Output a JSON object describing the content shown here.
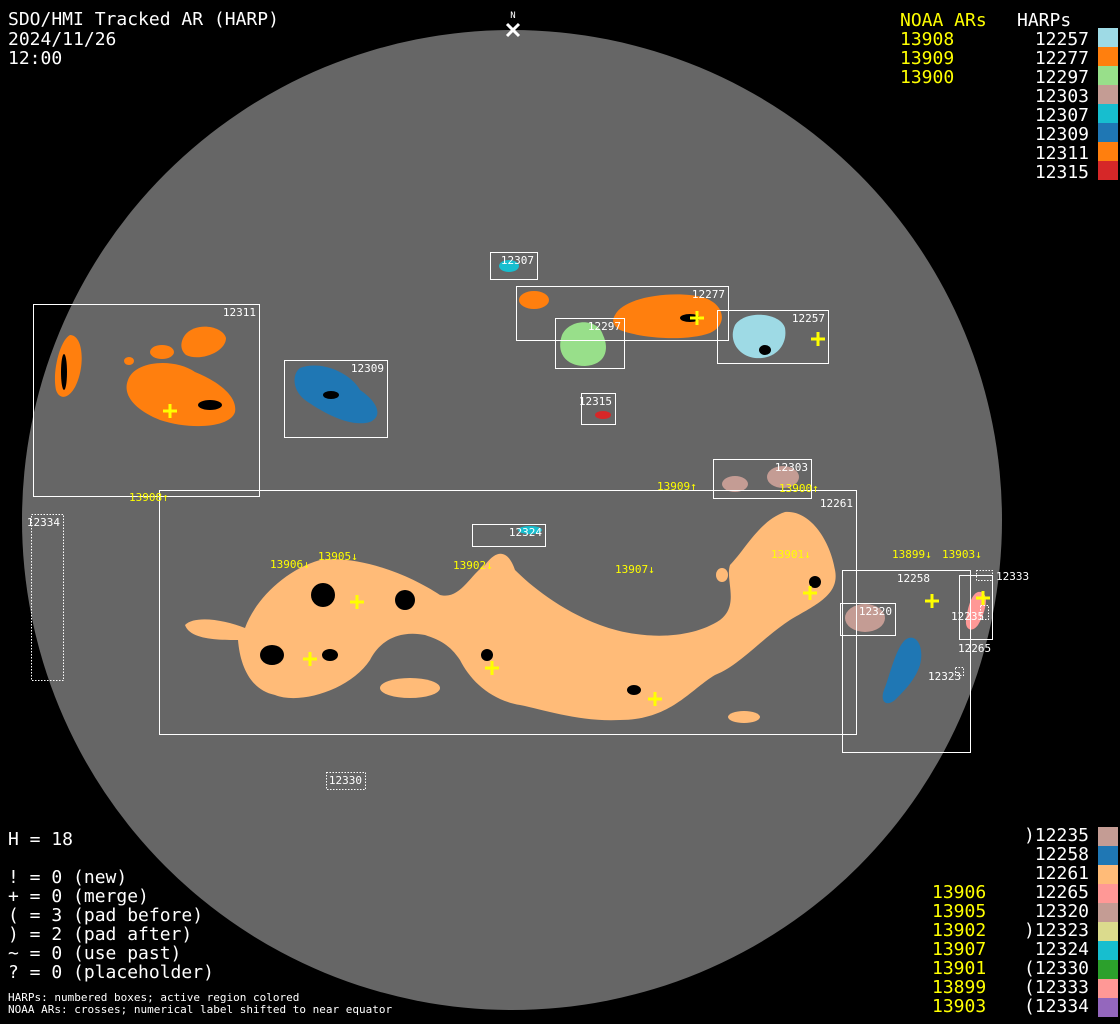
{
  "header": {
    "title": "SDO/HMI Tracked AR (HARP)",
    "date": "2024/11/26",
    "time": "12:00",
    "north_label": "N"
  },
  "legend_top": {
    "noaa_header": "NOAA ARs",
    "harp_header": "HARPs",
    "rows": [
      {
        "noaa": "13908",
        "harp": "12257",
        "color": "#9edae5"
      },
      {
        "noaa": "13909",
        "harp": "12277",
        "color": "#ff7f0e"
      },
      {
        "noaa": "13900",
        "harp": "12297",
        "color": "#98df8a"
      },
      {
        "noaa": "",
        "harp": "12303",
        "color": "#c49c94"
      },
      {
        "noaa": "",
        "harp": "12307",
        "color": "#17becf"
      },
      {
        "noaa": "",
        "harp": "12309",
        "color": "#1f77b4"
      },
      {
        "noaa": "",
        "harp": "12311",
        "color": "#ff7f0e"
      },
      {
        "noaa": "",
        "harp": "12315",
        "color": "#d62728"
      }
    ]
  },
  "legend_bottom": {
    "rows": [
      {
        "noaa": "",
        "harp": ")12235",
        "color": "#c49c94"
      },
      {
        "noaa": "",
        "harp": " 12258",
        "color": "#1f77b4"
      },
      {
        "noaa": "",
        "harp": " 12261",
        "color": "#ffbb78"
      },
      {
        "noaa": "13906",
        "harp": " 12265",
        "color": "#ff9896"
      },
      {
        "noaa": "13905",
        "harp": " 12320",
        "color": "#c49c94"
      },
      {
        "noaa": "13902",
        "harp": ")12323",
        "color": "#dbdb8d"
      },
      {
        "noaa": "13907",
        "harp": " 12324",
        "color": "#17becf"
      },
      {
        "noaa": "13901",
        "harp": "(12330",
        "color": "#2ca02c"
      },
      {
        "noaa": "13899",
        "harp": "(12333",
        "color": "#ff9896"
      },
      {
        "noaa": "13903",
        "harp": "(12334",
        "color": "#9467bd"
      }
    ]
  },
  "stats": {
    "h": "H = 18",
    "lines": [
      "! = 0 (new)",
      "+ = 0 (merge)",
      "( = 3 (pad before)",
      ") = 2 (pad after)",
      "~ = 0 (use past)",
      "? = 0 (placeholder)"
    ]
  },
  "footnote": [
    "HARPs: numbered boxes; active region colored",
    "NOAA ARs: crosses; numerical label shifted to near equator"
  ],
  "harp_boxes": [
    "12311",
    "12309",
    "12307",
    "12277",
    "12297",
    "12257",
    "12315",
    "12303",
    "12261",
    "12324",
    "12334",
    "12330",
    "12320",
    "12258",
    "12265",
    "12333",
    "12235",
    "12323"
  ],
  "noaa_labels": [
    "13908↑",
    "13909↑",
    "13900↑",
    "13906↓",
    "13905↓",
    "13902↓",
    "13907↓",
    "13901↓",
    "13899↓",
    "13903↓"
  ]
}
